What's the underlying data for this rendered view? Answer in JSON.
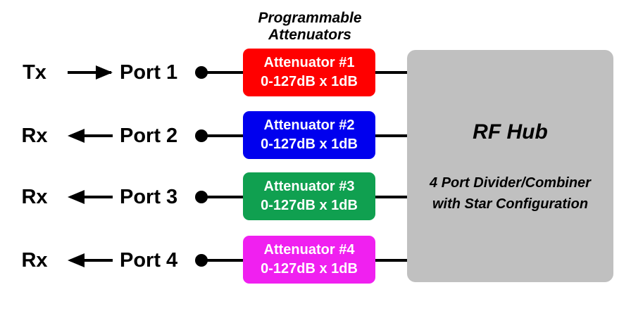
{
  "section_title": [
    "Programmable",
    "Attenuators"
  ],
  "rows": [
    {
      "signal": "Tx",
      "direction": "in",
      "port": "Port 1",
      "attenuator": "Attenuator #1",
      "range": "0-127dB x 1dB",
      "color": "#ff0000"
    },
    {
      "signal": "Rx",
      "direction": "out",
      "port": "Port 2",
      "attenuator": "Attenuator #2",
      "range": "0-127dB x 1dB",
      "color": "#0000ee"
    },
    {
      "signal": "Rx",
      "direction": "out",
      "port": "Port 3",
      "attenuator": "Attenuator #3",
      "range": "0-127dB x 1dB",
      "color": "#10a050"
    },
    {
      "signal": "Rx",
      "direction": "out",
      "port": "Port 4",
      "attenuator": "Attenuator #4",
      "range": "0-127dB x 1dB",
      "color": "#f020f0"
    }
  ],
  "hub": {
    "title": "RF Hub",
    "description": [
      "4 Port Divider/Combiner",
      "with Star Configuration"
    ],
    "color": "#c0c0c0"
  }
}
